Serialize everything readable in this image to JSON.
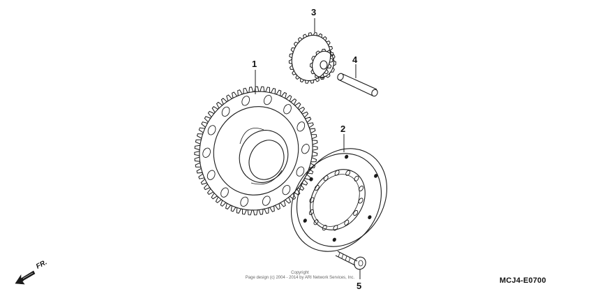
{
  "callouts": {
    "c1": "1",
    "c2": "2",
    "c3": "3",
    "c4": "4",
    "c5": "5"
  },
  "front_indicator": {
    "label": "FR.",
    "icon": "front-arrow-icon"
  },
  "copyright": {
    "line1": "Copyright",
    "line2": "Page design (c) 2004 - 2014 by ARI Network Services, Inc."
  },
  "diagram_code": "MCJ4-E0700",
  "colors": {
    "ink": "#1a1a1a",
    "background": "#ffffff",
    "copyright_text": "#666666"
  }
}
